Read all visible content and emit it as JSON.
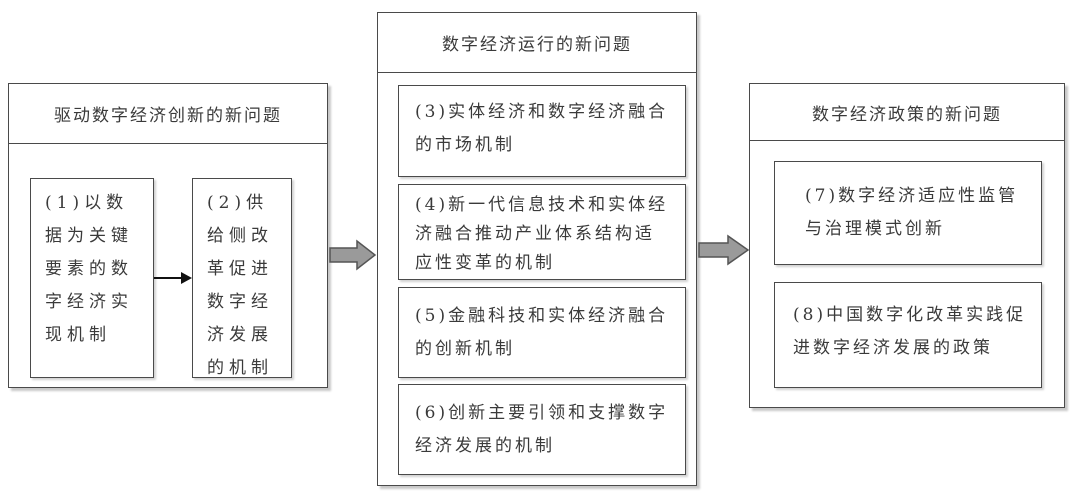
{
  "left_group": {
    "title": "驱动数字经济创新的新问题",
    "item1": "(1)以数据为关键要素的数字经济实现机制",
    "item2": "(2)供给侧改革促进数字经济发展的机制"
  },
  "middle_group": {
    "title": "数字经济运行的新问题",
    "item3": "(3)实体经济和数字经济融合的市场机制",
    "item4": "(4)新一代信息技术和实体经济融合推动产业体系结构适应性变革的机制",
    "item5": "(5)金融科技和实体经济融合的创新机制",
    "item6": "(6)创新主要引领和支撑数字经济发展的机制"
  },
  "right_group": {
    "title": "数字经济政策的新问题",
    "item7": "(7)数字经济适应性监管与治理模式创新",
    "item8": "(8)中国数字化改革实践促进数字经济发展的政策"
  },
  "colors": {
    "border": "#4a4a4a",
    "arrow_fill": "#9a9a9a",
    "text": "#3a3a3a"
  }
}
